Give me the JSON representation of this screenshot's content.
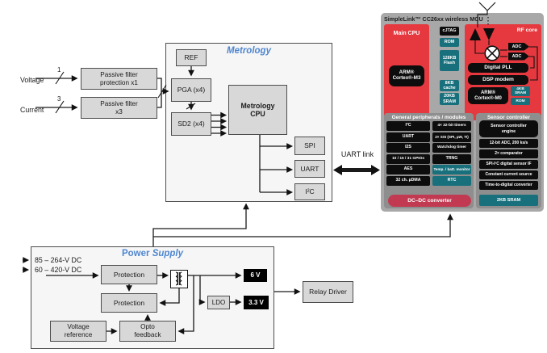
{
  "colors": {
    "block_red": "#e6393f",
    "teal": "#17707c",
    "crimson_bar": "#c23a52",
    "title_blue": "#4e86cf",
    "panel_gray": "#8e8e8e",
    "mcu_gray": "#a8a8a8"
  },
  "inputs": {
    "voltage": {
      "label": "Voltage",
      "wires": "1"
    },
    "current": {
      "label": "Current",
      "wires": "3"
    },
    "filter1": {
      "line1": "Passive filter",
      "line2": "protection x1"
    },
    "filter2": {
      "line1": "Passive filter",
      "line2": "x3"
    }
  },
  "metrology": {
    "title": "Metrology",
    "ref": "REF",
    "pga": "PGA (x4)",
    "sd2": "SD2 (x4)",
    "cpu": {
      "line1": "Metrology",
      "line2": "CPU"
    },
    "spi": "SPI",
    "uart": "UART",
    "i2c": "I²C"
  },
  "uart_link_label": "UART link",
  "power": {
    "title_word1": "Power",
    "title_word2": "Supply",
    "input1": "85 – 264-V DC",
    "input2": "60 – 420-V DC",
    "protection_top": "Protection",
    "protection_bottom": "Protection",
    "rail_6v": "6 V",
    "ldo": "LDO",
    "rail_3v3": "3.3 V",
    "vref": {
      "line1": "Voltage",
      "line2": "reference"
    },
    "opto": {
      "line1": "Opto",
      "line2": "feedback"
    }
  },
  "relay_driver_label": "Relay Driver",
  "mcu": {
    "title": "SimpleLink™ CC26xx wireless MCU",
    "main_cpu": {
      "label": "Main CPU",
      "core1": "ARM®",
      "core2": "Cortex®-M3"
    },
    "mem": {
      "cjtag": "cJTAG",
      "rom": "ROM",
      "flash1": "128KB",
      "flash2": "Flash",
      "cache1": "8KB",
      "cache2": "cache",
      "sram1": "20KB",
      "sram2": "SRAM"
    },
    "rf": {
      "label": "RF core",
      "adc1": "ADC",
      "adc2": "ADC",
      "dpll": "Digital PLL",
      "dsp": "DSP modem",
      "core1": "ARM®",
      "core2": "Cortex®-M0",
      "sram1": "4KB",
      "sram2": "SRAM",
      "rom": "ROM"
    },
    "peripherals": {
      "header": "General peripherals / modules",
      "rows": [
        {
          "left": "I²C",
          "right": "4× 32-bit timers"
        },
        {
          "left": "UART",
          "right": "2× SSI (SPI, µW, TI)"
        },
        {
          "left": "I2S",
          "right": "Watchdog timer"
        },
        {
          "left": "10 / 15 / 31 GPIOs",
          "right": "TRNG"
        },
        {
          "left": "AES",
          "right": "Temp. / batt. monitor"
        },
        {
          "left": "32 ch. µDMA",
          "right": "RTC"
        }
      ],
      "dcdc": "DC–DC converter"
    },
    "sensor": {
      "header": "Sensor controller",
      "engine1": "Sensor controller",
      "engine2": "engine",
      "items": [
        "12-bit ADC, 200 ks/s",
        "2× comparator",
        "SPI-I²C digital sensor IF",
        "Constant current source",
        "Time-to-digital converter"
      ],
      "sram": "2KB SRAM"
    }
  }
}
